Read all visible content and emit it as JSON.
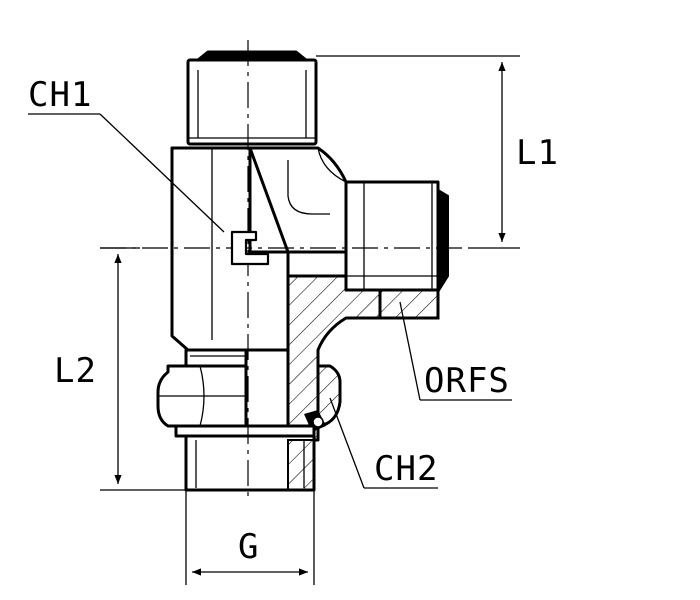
{
  "labels": {
    "ch1": "CH1",
    "l1": "L1",
    "l2": "L2",
    "orfs": "ORFS",
    "ch2": "CH2",
    "g": "G"
  },
  "colors": {
    "line": "#000000",
    "background": "#ffffff"
  }
}
